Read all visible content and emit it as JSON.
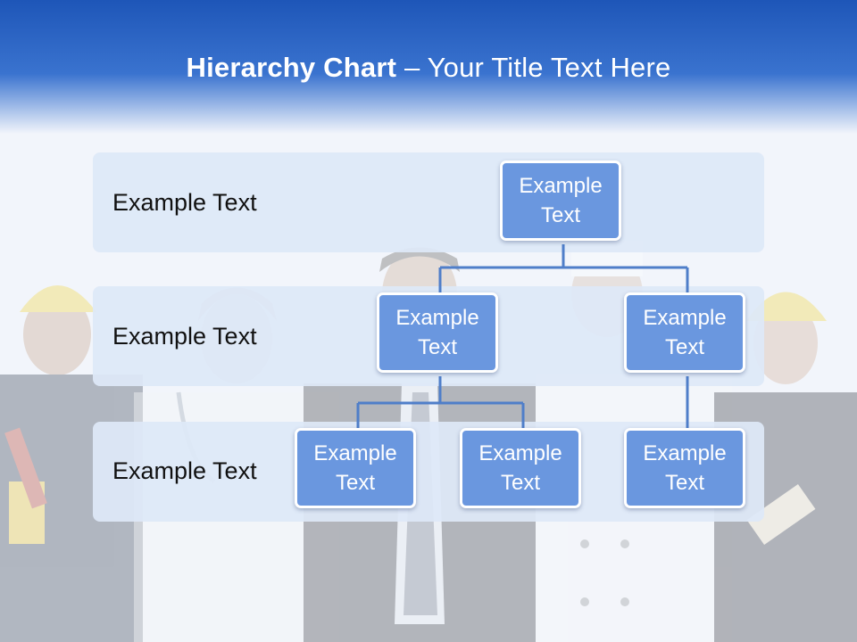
{
  "title": {
    "bold": "Hierarchy Chart",
    "rest": " – Your Title Text Here"
  },
  "rows": [
    {
      "label": "Example Text"
    },
    {
      "label": "Example Text"
    },
    {
      "label": "Example Text"
    }
  ],
  "nodes": {
    "root": "Example\nText",
    "level2_left": "Example\nText",
    "level2_right": "Example\nText",
    "level3_a": "Example\nText",
    "level3_b": "Example\nText",
    "level3_c": "Example\nText"
  },
  "colors": {
    "header": "#1e56b8",
    "node_fill": "#6a97df",
    "connector": "#4f7ec9",
    "row_band": "#dee8f8"
  }
}
